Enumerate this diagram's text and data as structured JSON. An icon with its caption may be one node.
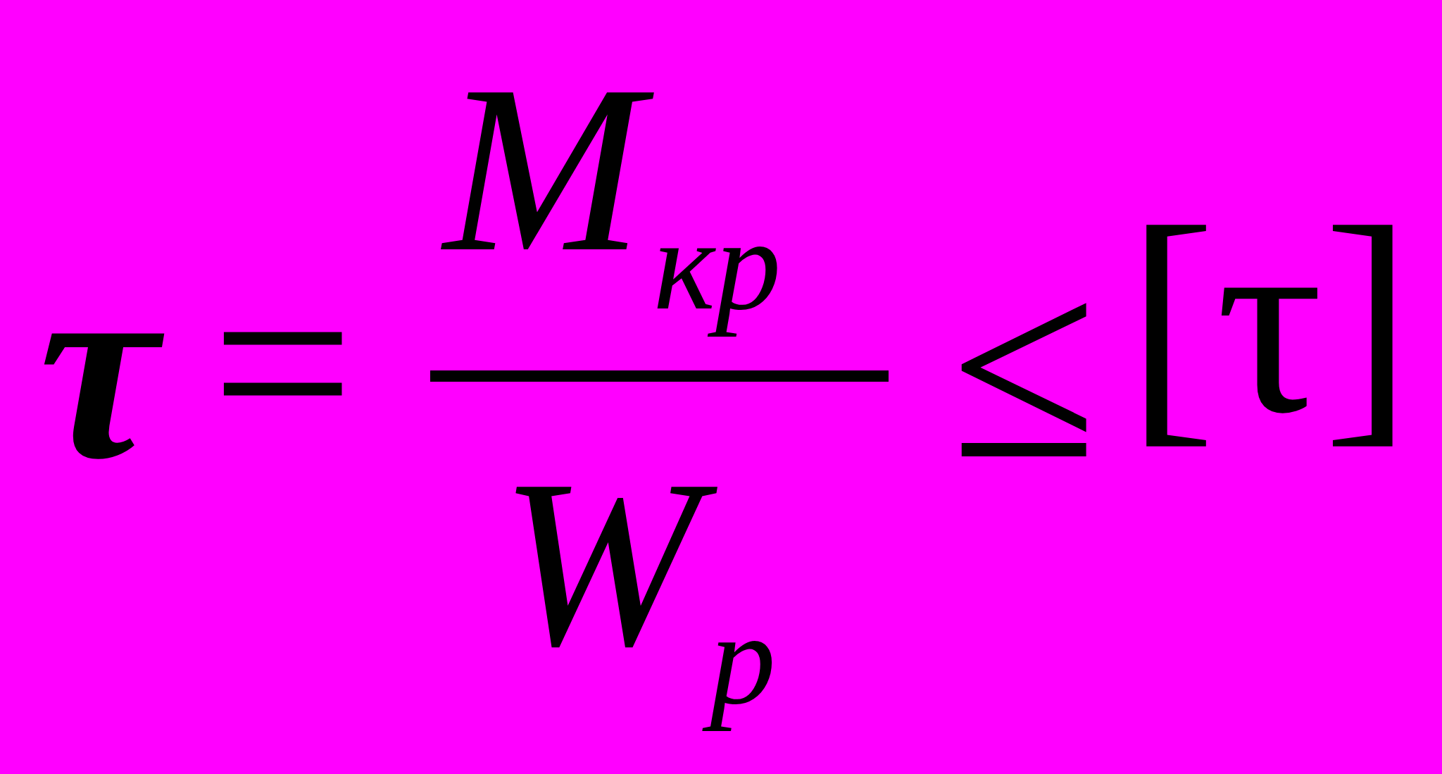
{
  "diagram": {
    "nodes": [
      {
        "text": [],
        "shape": "bar"
      }
    ],
    "labels": [
      "τ",
      "=",
      "M$_{кр}$",
      "W$_{p}$",
      "≤",
      "[τ]"
    ]
  }
}
